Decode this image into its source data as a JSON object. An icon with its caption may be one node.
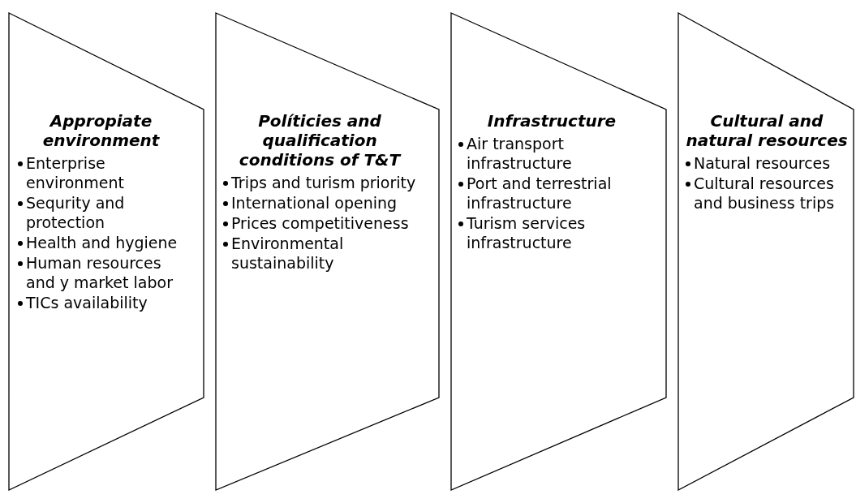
{
  "diagram": {
    "nodes": [
      {
        "text": [
          "Appropiate environment",
          "Enterprise environment",
          "Sequrity and protection",
          "Health and hygiene",
          "Human resources and y market labor",
          "TICs availability"
        ]
      },
      {
        "text": [
          "Políticies and qualification conditions of T&T",
          "Trips and turism priority",
          "International opening",
          "Prices competitiveness",
          "Environmental sustainability"
        ]
      },
      {
        "text": [
          "Infrastructure",
          "Air transport infrastructure",
          "Port and terrestrial infrastructure",
          "Turism services infrastructure"
        ]
      },
      {
        "text": [
          "Cultural and natural resources",
          "Natural resources",
          "Cultural resources and business trips"
        ]
      }
    ]
  }
}
